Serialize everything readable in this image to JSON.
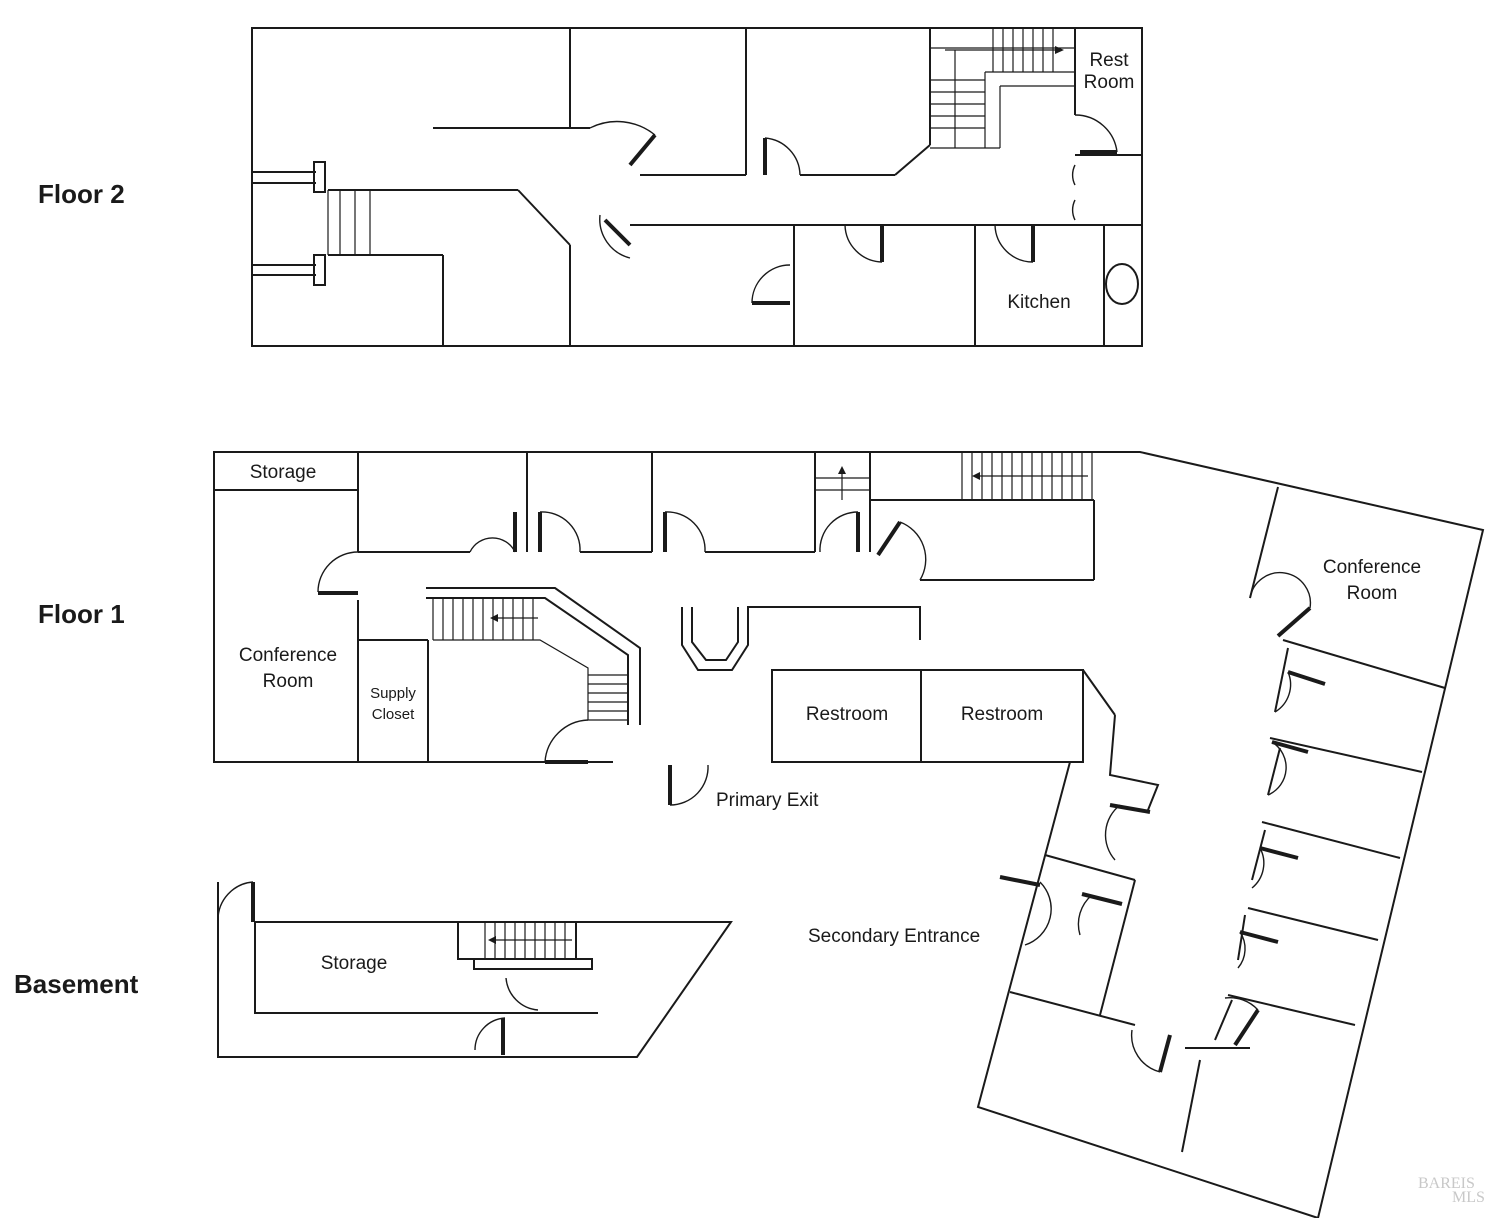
{
  "floors": {
    "floor2": "Floor 2",
    "floor1": "Floor 1",
    "basement": "Basement"
  },
  "rooms": {
    "floor2": {
      "restroom_line1": "Rest",
      "restroom_line2": "Room",
      "kitchen": "Kitchen"
    },
    "floor1": {
      "storage": "Storage",
      "conference_west_line1": "Conference",
      "conference_west_line2": "Room",
      "supply_line1": "Supply",
      "supply_line2": "Closet",
      "restroom_a": "Restroom",
      "restroom_b": "Restroom",
      "conference_east_line1": "Conference",
      "conference_east_line2": "Room",
      "primary_exit": "Primary Exit",
      "secondary_entrance": "Secondary Entrance"
    },
    "basement": {
      "storage": "Storage"
    }
  },
  "watermark": {
    "line1": "BAREIS",
    "line2": "MLS"
  }
}
